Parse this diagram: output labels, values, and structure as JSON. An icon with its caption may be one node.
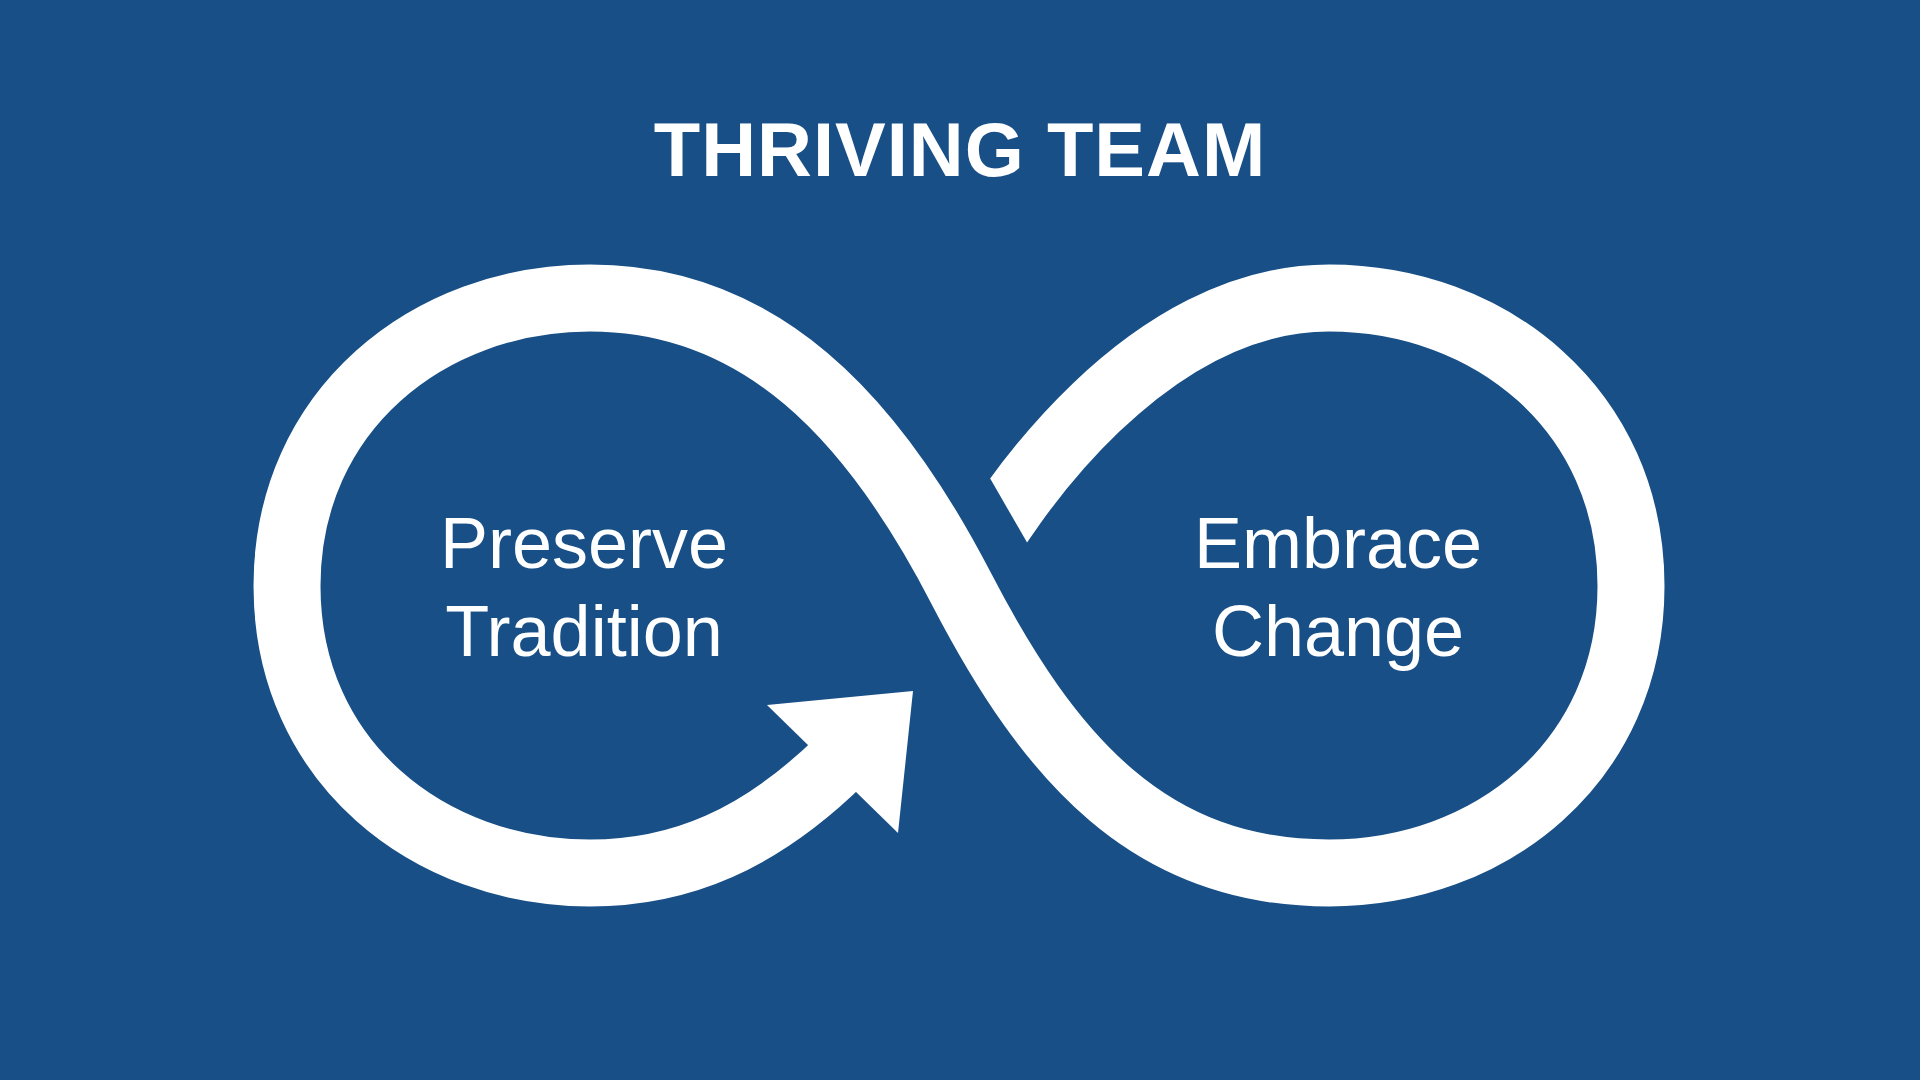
{
  "diagram": {
    "title": "THRIVING TEAM",
    "labels": [
      "Preserve Tradition",
      "Embrace Change"
    ]
  }
}
